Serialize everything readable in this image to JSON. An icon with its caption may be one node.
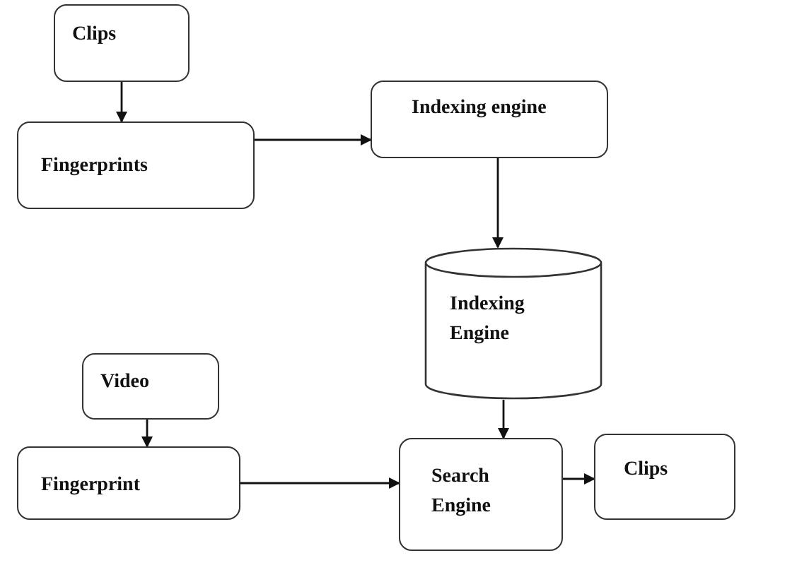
{
  "diagram": {
    "nodes": [
      {
        "text": [
          "Clips"
        ]
      },
      {
        "text": [
          "Fingerprints"
        ]
      },
      {
        "text": [
          "Indexing engine"
        ]
      },
      {
        "text": [
          "Indexing Engine"
        ]
      },
      {
        "text": [
          "Video"
        ]
      },
      {
        "text": [
          "Fingerprint"
        ]
      },
      {
        "text": [
          "Search Engine"
        ]
      },
      {
        "text": [
          "Clips"
        ]
      }
    ],
    "edges": [
      {
        "from": 0,
        "to": 1,
        "arrow": "to"
      },
      {
        "from": 1,
        "to": 2,
        "arrow": "to"
      },
      {
        "from": 2,
        "to": 3,
        "arrow": "to"
      },
      {
        "from": 4,
        "to": 5,
        "arrow": "to"
      },
      {
        "from": 5,
        "to": 6,
        "arrow": "to"
      },
      {
        "from": 3,
        "to": 6,
        "arrow": "to"
      },
      {
        "from": 6,
        "to": 7,
        "arrow": "to"
      }
    ]
  }
}
